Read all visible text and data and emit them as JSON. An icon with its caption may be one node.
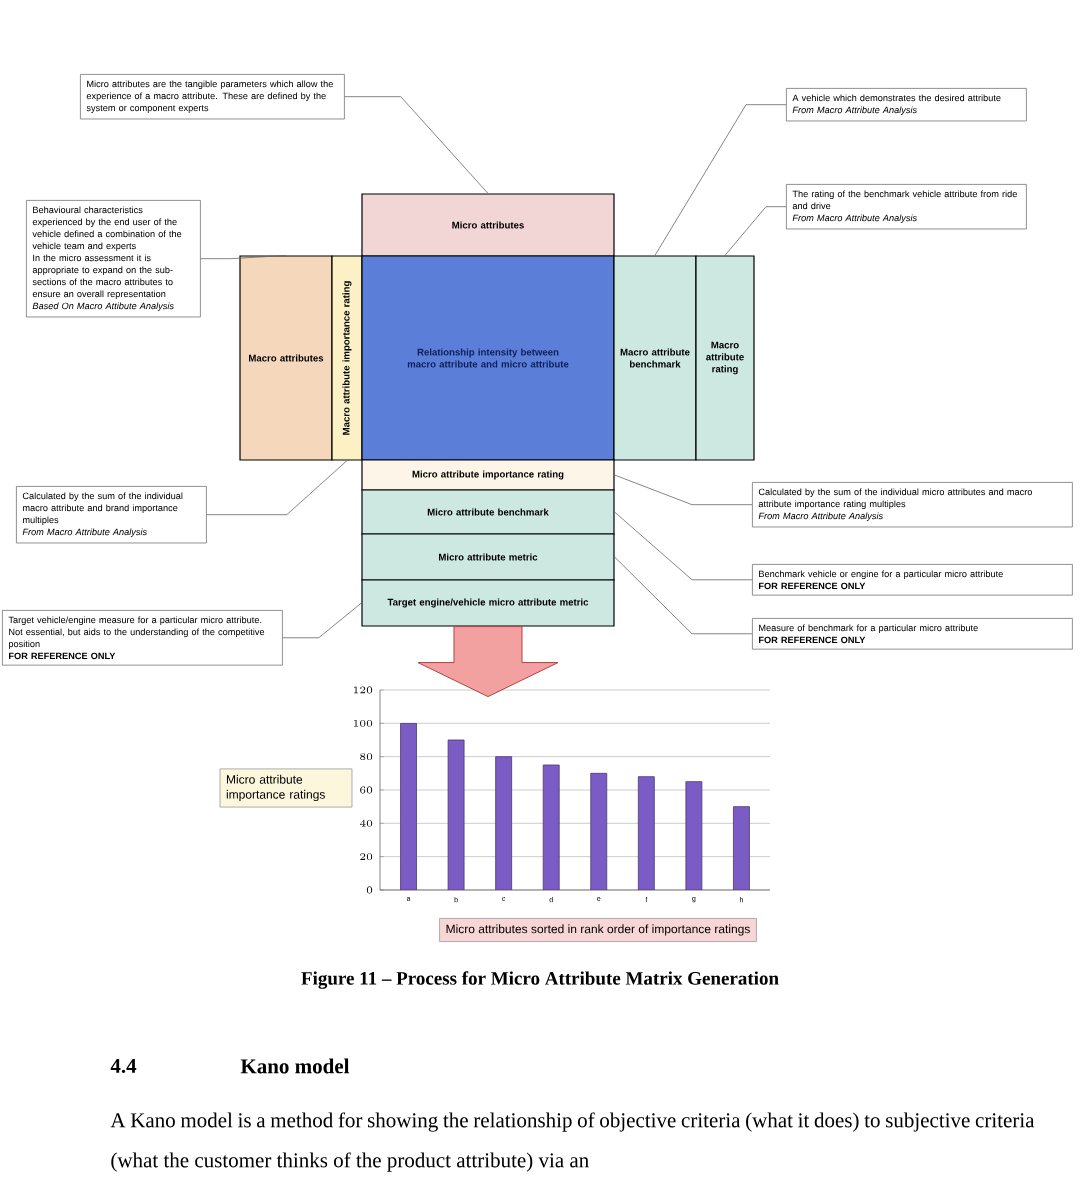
{
  "diagram": {
    "caption": "Figure 11 – Process for Micro Attribute Matrix Generation",
    "nodes": [
      {
        "text": [
          "Micro attributes are the tangible parameters which allow the experience of a macro attribute. These are defined by the system or component experts"
        ]
      },
      {
        "text": [
          "A vehicle which demonstrates the desired attribute",
          "*From Macro Attribute Analysis*"
        ]
      },
      {
        "text": [
          "The rating of the benchmark vehicle attribute from ride and drive",
          "*From Macro Attribute Analysis*"
        ]
      },
      {
        "text": [
          "Behavioural characteristics experienced by the end user of the vehicle defined a combination of the vehicle team and experts",
          "In the micro assessment it is appropriate to expand on the sub-sections of the macro attributes to ensure an overall representation",
          "*Based On Macro Attibute Analysis*"
        ]
      },
      {
        "text": [
          "Micro attributes"
        ]
      },
      {
        "text": [
          "Macro attributes"
        ]
      },
      {
        "text": [
          "Macro attribute importance rating"
        ]
      },
      {
        "text": [
          "Relationship intensity between macro attribute and micro attribute"
        ]
      },
      {
        "text": [
          "Macro attribute benchmark"
        ]
      },
      {
        "text": [
          "Macro attribute rating"
        ]
      },
      {
        "text": [
          "Micro attribute importance rating"
        ]
      },
      {
        "text": [
          "Micro attribute benchmark"
        ]
      },
      {
        "text": [
          "Micro attribute metric"
        ]
      },
      {
        "text": [
          "Target engine/vehicle micro attribute metric"
        ]
      },
      {
        "text": [
          "Calculated by the sum of the individual macro attribute and brand importance multiples",
          "*From Macro Attribute Analysis*"
        ]
      },
      {
        "text": [
          "Calculated by the sum of the individual micro attributes and macro attribute importance rating multiples",
          "*From Macro Attribute Analysis*"
        ]
      },
      {
        "text": [
          "Benchmark vehicle or engine for a particular micro attribute",
          "**FOR REFERENCE ONLY**"
        ]
      },
      {
        "text": [
          "Target vehicle/engine measure for a particular micro attribute. Not essential, but aids to the understanding of the competitive position",
          "**FOR REFERENCE ONLY**"
        ]
      },
      {
        "text": [
          "Measure of benchmark for a particular micro attribute",
          "**FOR REFERENCE ONLY**"
        ]
      }
    ],
    "edges": [
      {
        "from": 0,
        "to": 4,
        "arrow": "none"
      },
      {
        "from": 1,
        "to": 8,
        "arrow": "none"
      },
      {
        "from": 2,
        "to": 9,
        "arrow": "none"
      },
      {
        "from": 3,
        "to": 5,
        "arrow": "none"
      },
      {
        "from": 14,
        "to": 6,
        "arrow": "none"
      },
      {
        "from": 15,
        "to": 10,
        "arrow": "none"
      },
      {
        "from": 16,
        "to": 11,
        "arrow": "none"
      },
      {
        "from": 18,
        "to": 12,
        "arrow": "none"
      },
      {
        "from": 17,
        "to": 13,
        "arrow": "none"
      },
      {
        "from": 13,
        "to": null,
        "arrow": "to"
      }
    ],
    "labels": [
      "4.4",
      "Kano model",
      "A Kano model is a method for showing the relationship of objective criteria (what it does) to subjective criteria (what the customer thinks of the product attribute) via an"
    ],
    "chart_data": {
      "type": "bar",
      "xlabel": "Micro attributes sorted in rank order of importance ratings",
      "ylabel": "Micro attribute importance ratings",
      "categories": [
        "a",
        "b",
        "c",
        "d",
        "e",
        "f",
        "g",
        "h"
      ],
      "series": [
        {
          "color": "#7a5cc4",
          "values": [
            100,
            90,
            80,
            75,
            70,
            68,
            65,
            50
          ]
        }
      ],
      "ylim": [
        0,
        120
      ],
      "grid": "major",
      "yticks": [
        0,
        20,
        40,
        60,
        80,
        100,
        120
      ]
    }
  }
}
